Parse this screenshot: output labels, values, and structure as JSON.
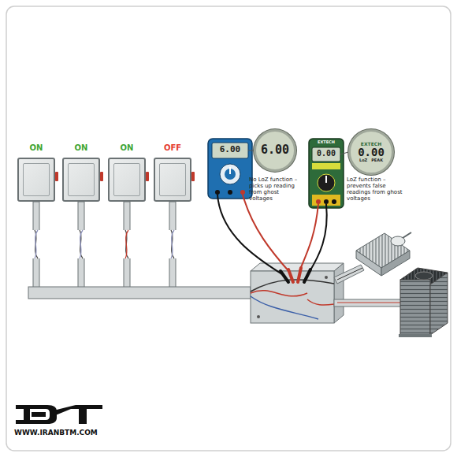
{
  "diagram": {
    "nodes": [
      {
        "text": [
          "ON"
        ]
      },
      {
        "text": [
          "ON"
        ]
      },
      {
        "text": [
          "ON"
        ]
      },
      {
        "text": [
          "OFF"
        ]
      },
      {
        "text": [
          "6.00"
        ]
      },
      {
        "text": [
          "EXTECH",
          "0.00",
          "LoZ",
          "PEAK"
        ]
      }
    ],
    "labels": [
      "6.00",
      "No LoZ function – picks up reading from ghost voltages",
      "EXTECH",
      "0.00",
      "LoZ function – prevents false readings from ghost voltages",
      "WWW.IRANBTM.COM"
    ]
  }
}
